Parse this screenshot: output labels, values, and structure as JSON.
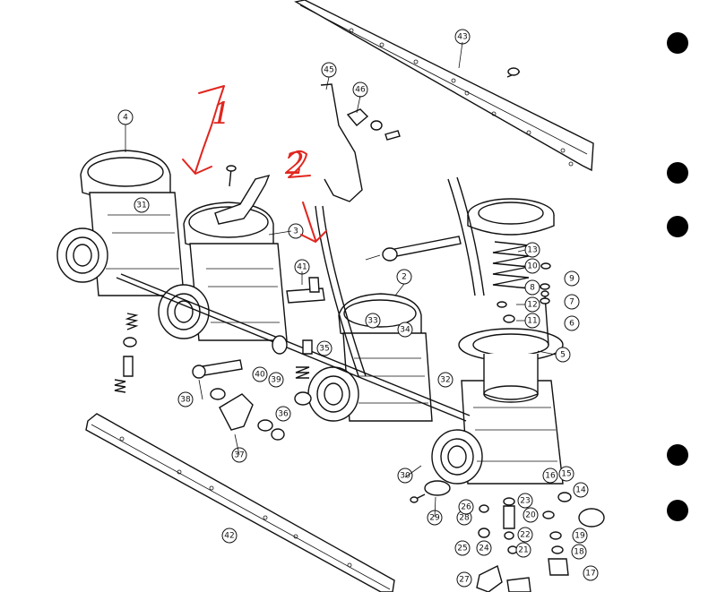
{
  "part_labels": [
    "43",
    "45",
    "46",
    "4",
    "31",
    "3",
    "2",
    "41",
    "13",
    "10",
    "9",
    "8",
    "7",
    "12",
    "11",
    "6",
    "33",
    "34",
    "5",
    "35",
    "39",
    "40",
    "38",
    "36",
    "37",
    "32",
    "30",
    "29",
    "28",
    "26",
    "23",
    "16",
    "15",
    "14",
    "20",
    "22",
    "19",
    "18",
    "25",
    "24",
    "21",
    "17",
    "27",
    "42"
  ],
  "annotations": [
    "1",
    "2"
  ],
  "colors": {
    "ink": "#111111",
    "annotation": "#e0261f",
    "background": "#ffffff"
  }
}
